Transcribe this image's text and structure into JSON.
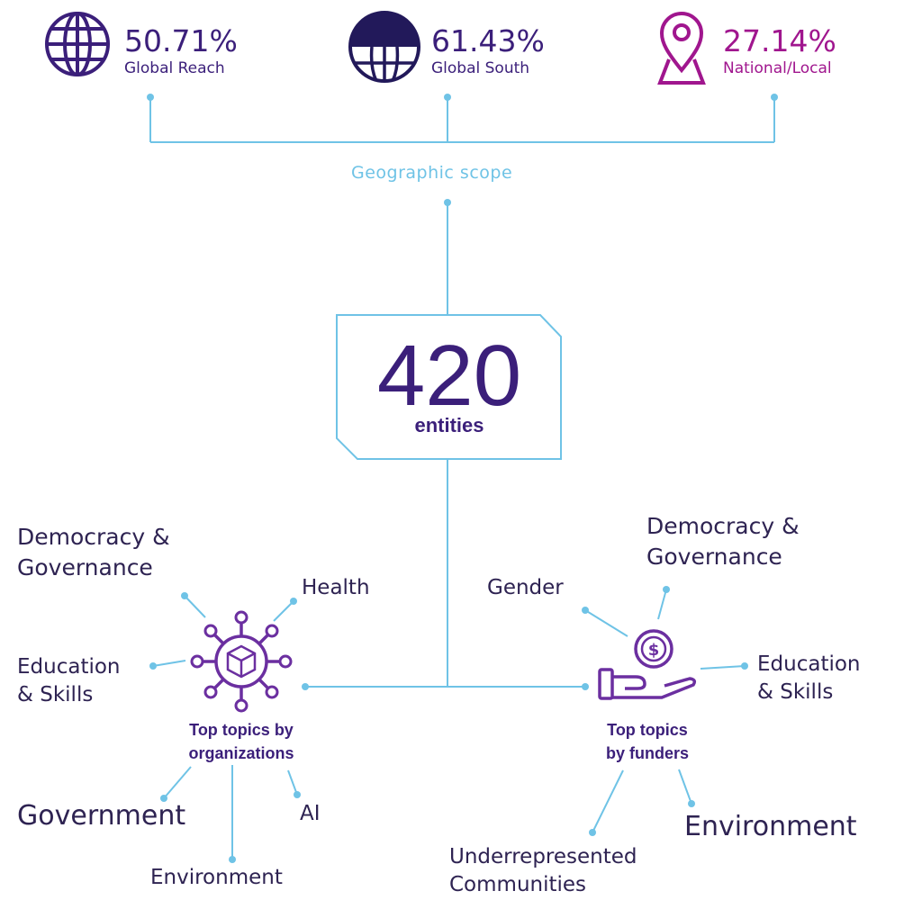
{
  "stats": [
    {
      "value": "50.71%",
      "label": "Global Reach",
      "icon": "globe-icon"
    },
    {
      "value": "61.43%",
      "label": "Global South",
      "icon": "half-globe-icon"
    },
    {
      "value": "27.14%",
      "label": "National/Local",
      "icon": "location-pin-icon"
    }
  ],
  "scope_label": "Geographic scope",
  "center": {
    "count": "420",
    "label": "entities"
  },
  "organizations": {
    "label": "Top topics by\norganizations",
    "topics": [
      "Democracy &\nGovernance",
      "Health",
      "Education\n& Skills",
      "Government",
      "AI",
      "Environment"
    ]
  },
  "funders": {
    "label": "Top topics\nby funders",
    "topics": [
      "Democracy &\nGovernance",
      "Gender",
      "Education\n& Skills",
      "Environment",
      "Underrepresented\nCommunities"
    ]
  },
  "colors": {
    "primary": "#3b1f7a",
    "accent": "#6fc3e6",
    "magenta": "#a0168e",
    "text": "#2e2352"
  }
}
